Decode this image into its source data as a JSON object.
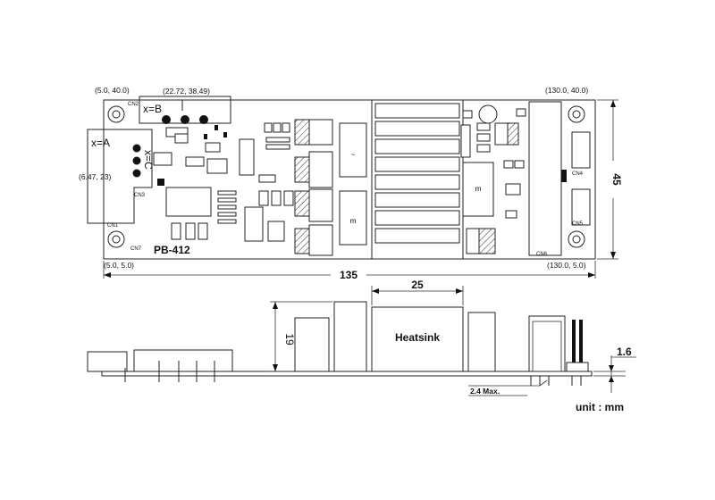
{
  "top_view": {
    "board_label": "PB-412",
    "corner_top_left": "(5.0, 40.0)",
    "corner_top_right": "(130.0, 40.0)",
    "corner_bottom_left": "(5.0, 5.0)",
    "corner_bottom_right": "(130.0, 5.0)",
    "point_b": "(22.72, 38.49)",
    "point_a": "(6.47, 23)",
    "label_xb": "x=B",
    "label_xa": "x=A",
    "label_xc": "x=C",
    "cn2": "CN2",
    "cn3": "CN3",
    "cn1": "CN1",
    "cn4": "CN4",
    "cn5": "CN5",
    "cn6": "CN6",
    "cn7": "CN7",
    "dim_width": "135",
    "dim_height": "45"
  },
  "side_view": {
    "heatsink_label": "Heatsink",
    "dim_heatsink": "25",
    "dim_height": "19",
    "dim_thickness": "1.6",
    "dim_pins": "2.4 Max."
  },
  "unit_label": "unit : mm"
}
